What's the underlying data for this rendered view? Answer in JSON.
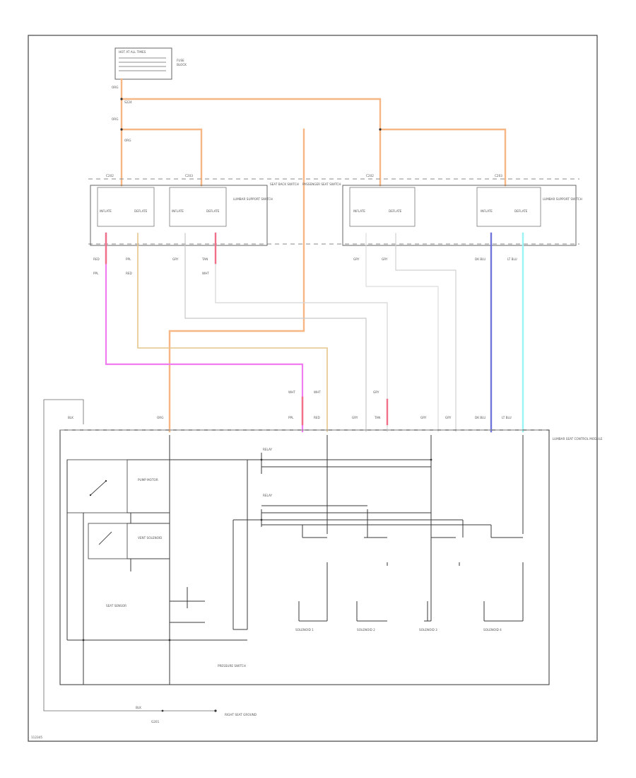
{
  "colors": {
    "orange": "#f7b784",
    "pink": "#f07cf0",
    "red_pink": "#f0708a",
    "tan": "#e6c48a",
    "gray": "#c8c8c8",
    "light_gray": "#dcdcdc",
    "blue": "#6f74dd",
    "cyan": "#9af4f4",
    "frame": "#3a3a3a"
  },
  "labels": {
    "fuse_box": "HOT AT ALL TIMES",
    "fuse_box_items": [
      "FUSE",
      "BLOCK"
    ],
    "wire_top_1": "ORG",
    "wire_top_2": "ORG",
    "wire_top_3": "ORG",
    "splice_1": "S224",
    "connector_left": "C202",
    "connector_left_2": "C203",
    "connector_right": "C202",
    "connector_right_2": "C203",
    "switch_left_1": "LUMBAR SUPPORT SWITCH",
    "switch_left_2": "SEAT BACK SWITCH",
    "switch_right_1": "PASSENGER SEAT SWITCH",
    "switch_right_2": "LUMBAR SUPPORT SWITCH",
    "switch_terms": [
      "INFLATE",
      "DEFLATE"
    ],
    "wire_colors_row1": [
      "RED",
      "PPL",
      "GRY",
      "TAN",
      "GRY",
      "GRY",
      "DK BLU",
      "LT BLU"
    ],
    "wire_colors_row2": [
      "PPL",
      "RED",
      "WHT",
      "WHT",
      "WHT",
      "GRY"
    ],
    "module_wire_labels": [
      "BLK",
      "ORG",
      "PPL",
      "RED",
      "GRY",
      "TAN",
      "GRY",
      "GRY",
      "DK BLU",
      "LT BLU"
    ],
    "module_name": "LUMBAR SEAT CONTROL MODULE",
    "module_inner": [
      "RELAY",
      "RELAY"
    ],
    "pump_label": "PUMP MOTOR",
    "vent_label": "VENT SOLENOID",
    "sensor_label": "SEAT SENSOR",
    "pressure_label": "PRESSURE SWITCH",
    "solenoids": [
      "SOLENOID 1",
      "SOLENOID 2",
      "SOLENOID 3",
      "SOLENOID 4"
    ],
    "ground_wire": "BLK",
    "ground_label": "G201",
    "ground_name": "RIGHT SEAT GROUND",
    "footer_code": "112345"
  }
}
